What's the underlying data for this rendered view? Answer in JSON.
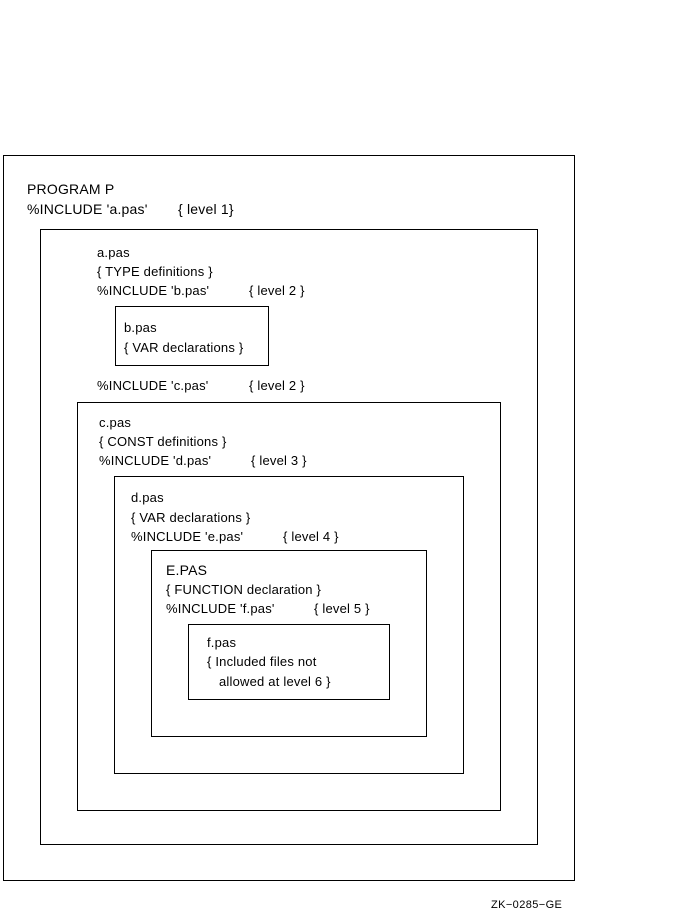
{
  "program": {
    "title": "PROGRAM P",
    "include": "%INCLUDE 'a.pas'",
    "level": "{ level 1}"
  },
  "a": {
    "name": "a.pas",
    "comment": "{ TYPE definitions }",
    "include_b": "%INCLUDE 'b.pas'",
    "level_b": "{ level 2 }",
    "include_c": "%INCLUDE 'c.pas'",
    "level_c": "{ level 2 }"
  },
  "b": {
    "name": "b.pas",
    "comment": "{ VAR declarations }"
  },
  "c": {
    "name": "c.pas",
    "comment": "{ CONST definitions }",
    "include": "%INCLUDE 'd.pas'",
    "level": "{ level 3 }"
  },
  "d": {
    "name": "d.pas",
    "comment": "{ VAR declarations }",
    "include": "%INCLUDE 'e.pas'",
    "level": "{ level 4 }"
  },
  "e": {
    "name": "E.PAS",
    "comment": "{ FUNCTION declaration }",
    "include": "%INCLUDE 'f.pas'",
    "level": "{ level 5 }"
  },
  "f": {
    "name": "f.pas",
    "comment_line1": "{ Included files not",
    "comment_line2": "allowed at level 6 }"
  },
  "figure_id": "ZK−0285−GE"
}
